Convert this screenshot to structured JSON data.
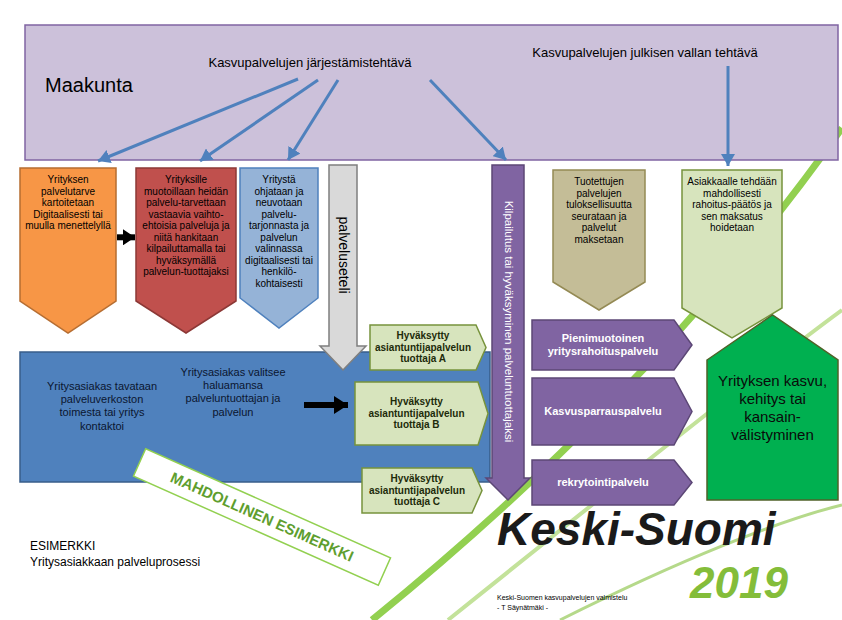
{
  "diagram": {
    "nodes": [
      {
        "text": [
          "Maakunta",
          "Kasvupalvelujen järjestämistehtävä",
          "Kasvupalvelujen julkisen vallan tehtävä"
        ]
      },
      {
        "text": [
          "Yrityksen palvelutarve kartoitetaan Digitaalisesti tai muulla menettelyllä"
        ]
      },
      {
        "text": [
          "Yrityksille muotoillaan heidän palvelu-tarvettaan vastaavia vaihto-ehtoisia palveluja ja niitä hankitaan kilpailuttamalla tai hyväksymällä palvelun-tuottajaksi"
        ]
      },
      {
        "text": [
          "Yritystä ohjataan ja neuvotaan palvelu-tarjonnasta ja palvelun valinnassa digitaalisesti tai henkilö-kohtaisesti"
        ]
      },
      {
        "text": [
          "palveluseteli"
        ]
      },
      {
        "text": [
          "Kilpailutus tai hyväksyminen palveluntuottajaksi"
        ]
      },
      {
        "text": [
          "Tuotettujen palvelujen tuloksellisuutta seurataan ja palvelut maksetaan"
        ]
      },
      {
        "text": [
          "Asiakkaalle tehdään mahdollisesti rahoitus-päätös ja sen maksatus hoidetaan"
        ]
      },
      {
        "text": [
          "Yritysasiakas tavataan palveluverkoston toimesta tai yritys kontaktoi",
          "Yritysasiakas valitsee haluamansa palveluntuottajan ja palvelun"
        ]
      },
      {
        "text": [
          "Hyväksytty asiantuntijapalvelun tuottaja A"
        ]
      },
      {
        "text": [
          "Hyväksytty asiantuntijapalvelun tuottaja B"
        ]
      },
      {
        "text": [
          "Hyväksytty asiantuntijapalvelun tuottaja C"
        ]
      },
      {
        "text": [
          "Pienimuotoinen yritysrahoituspalvelu"
        ]
      },
      {
        "text": [
          "Kasvusparrauspalvelu"
        ]
      },
      {
        "text": [
          "rekrytointipalvelu"
        ]
      },
      {
        "text": [
          "Yrityksen kasvu, kehitys tai kansain-välistyminen"
        ]
      },
      {
        "text": [
          "MAHDOLLINEN ESIMERKKI"
        ]
      }
    ],
    "edges": [
      {
        "from": 1,
        "to": 2,
        "arrow": "to"
      }
    ],
    "labels": [
      "ESIMERKKI",
      "Yritysasiakkaan palveluprosessi",
      "Keski-Suomi",
      "2019",
      "Keski-Suomen kasvupalvelujen valmistelu",
      "- T Säynätmäki -"
    ]
  }
}
